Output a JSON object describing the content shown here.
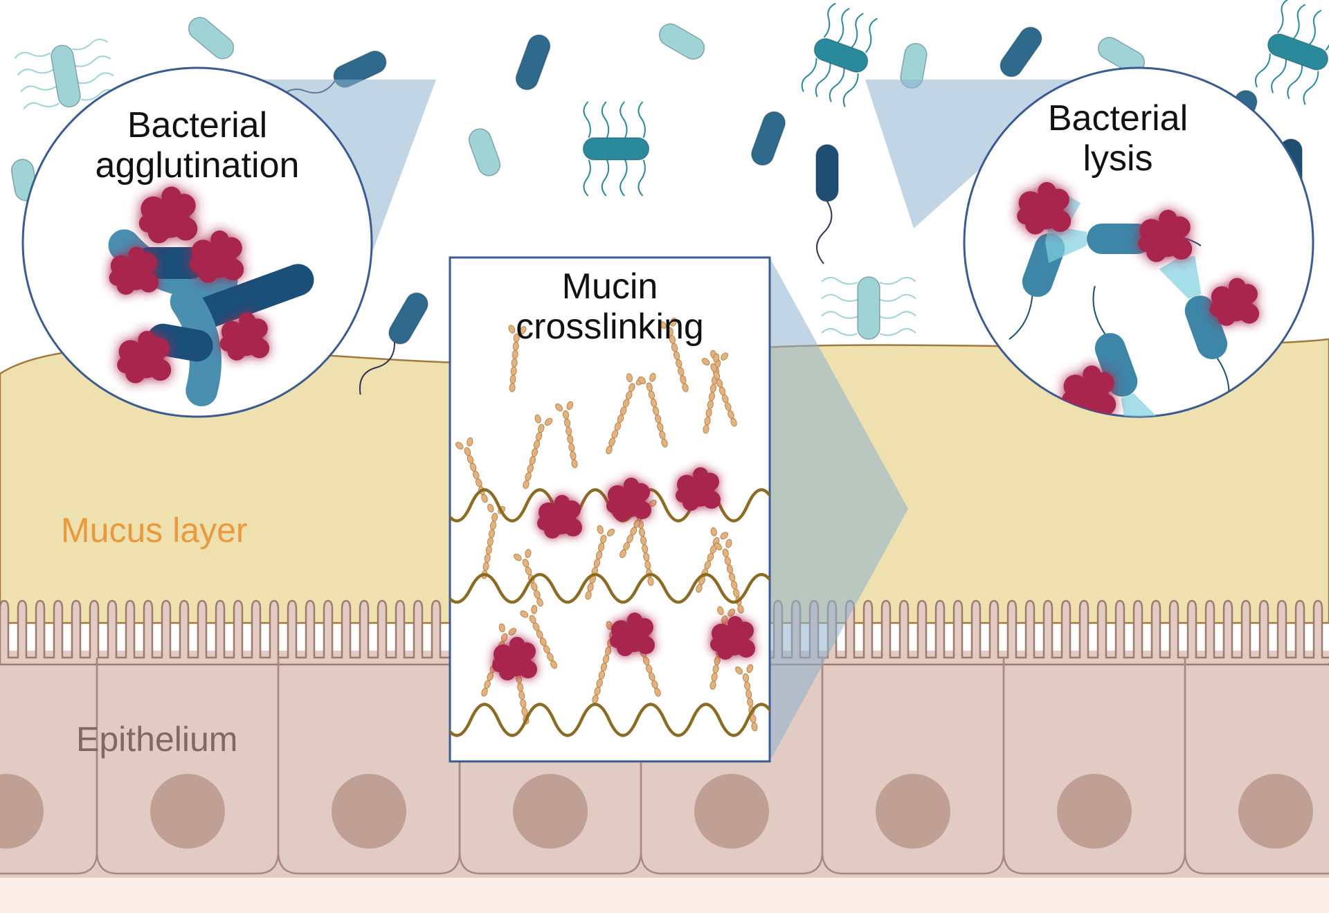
{
  "panels": {
    "agglutination": {
      "line1": "Bacterial",
      "line2": "agglutination"
    },
    "lysis": {
      "line1": "Bacterial",
      "line2": "lysis"
    },
    "crosslinking": {
      "line1": "Mucin",
      "line2": "crosslinking"
    }
  },
  "layers": {
    "mucus": "Mucus layer",
    "epithelium": "Epithelium"
  },
  "colors": {
    "mucus": "#efe0b0",
    "mucus_label": "#e89a3c",
    "epithelium": "#e1cbc2",
    "epithelium_label": "#7d6a62",
    "nucleus": "#c0a095",
    "protein": "#a8284e",
    "callout": "#8eb2cf",
    "panel_border": "#3a5a92",
    "mucin_strand": "#8c6c22",
    "glycan": "#e4b27e"
  },
  "icons": [
    "bacterium-rod-icon",
    "bacterium-flagellated-icon",
    "protein-blob-icon",
    "mucin-strand-icon",
    "glycan-chain-icon",
    "cell-nucleus-icon"
  ]
}
